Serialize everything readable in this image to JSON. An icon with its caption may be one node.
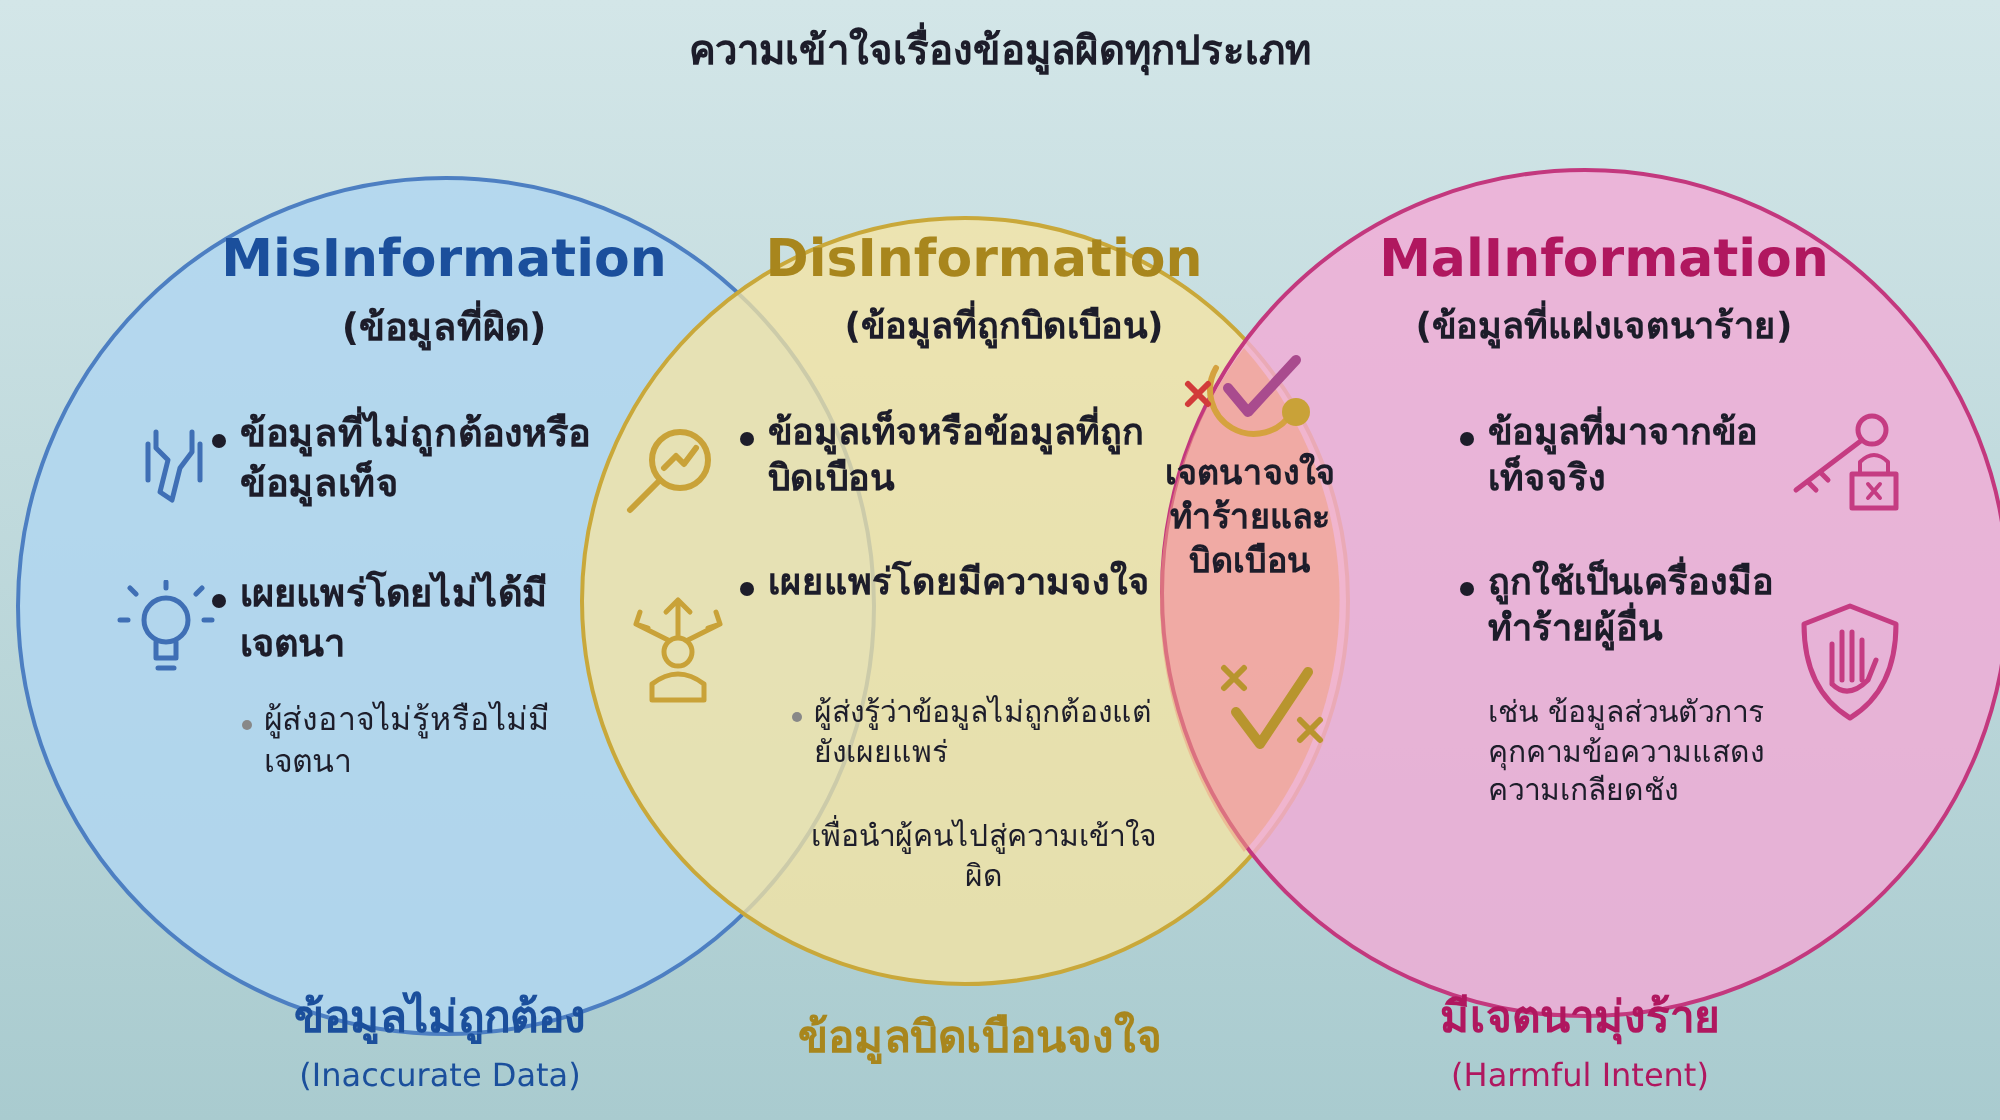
{
  "diagram": {
    "title": "ความเข้าใจเรื่องข้อมูลผิดทุกประเภท",
    "nodes": [
      {
        "text": [
          "MisInformation",
          "(ข้อมูลที่ผิด)",
          "ข้อมูลที่ไม่ถูกต้องหรือข้อมูลเท็จ",
          "เผยแพร่โดยไม่ได้มีเจตนา",
          "ผู้ส่งอาจไม่รู้หรือไม่มีเจตนา"
        ]
      },
      {
        "text": [
          "DisInformation",
          "(ข้อมูลที่ถูกบิดเบือน)",
          "ข้อมูลเท็จหรือข้อมูลที่ถูกบิดเบือน",
          "เผยแพร่โดยมีความจงใจ",
          "ผู้ส่งรู้ว่าข้อมูลไม่ถูกต้องแต่ยังเผยแพร่",
          "เพื่อนำผู้คนไปสู่ความเข้าใจผิด"
        ]
      },
      {
        "text": [
          "MalInformation",
          "(ข้อมูลที่แฝงเจตนาร้าย)",
          "ข้อมูลที่มาจากข้อเท็จจริง",
          "ถูกใช้เป็นเครื่องมือทำร้ายผู้อื่น",
          "เช่น ข้อมูลส่วนตัวการคุกคามข้อความแสดงความเกลียดชัง"
        ]
      },
      {
        "text": [
          "เจตนาจงใจทำร้ายและบิดเบือน"
        ]
      }
    ],
    "edges": [],
    "labels": [
      "ข้อมูลไม่ถูกต้อง",
      "(Inaccurate Data)",
      "ข้อมูลบิดเบือนจงใจ",
      "มีเจตนามุ่งร้าย",
      "(Harmful Intent)"
    ]
  }
}
